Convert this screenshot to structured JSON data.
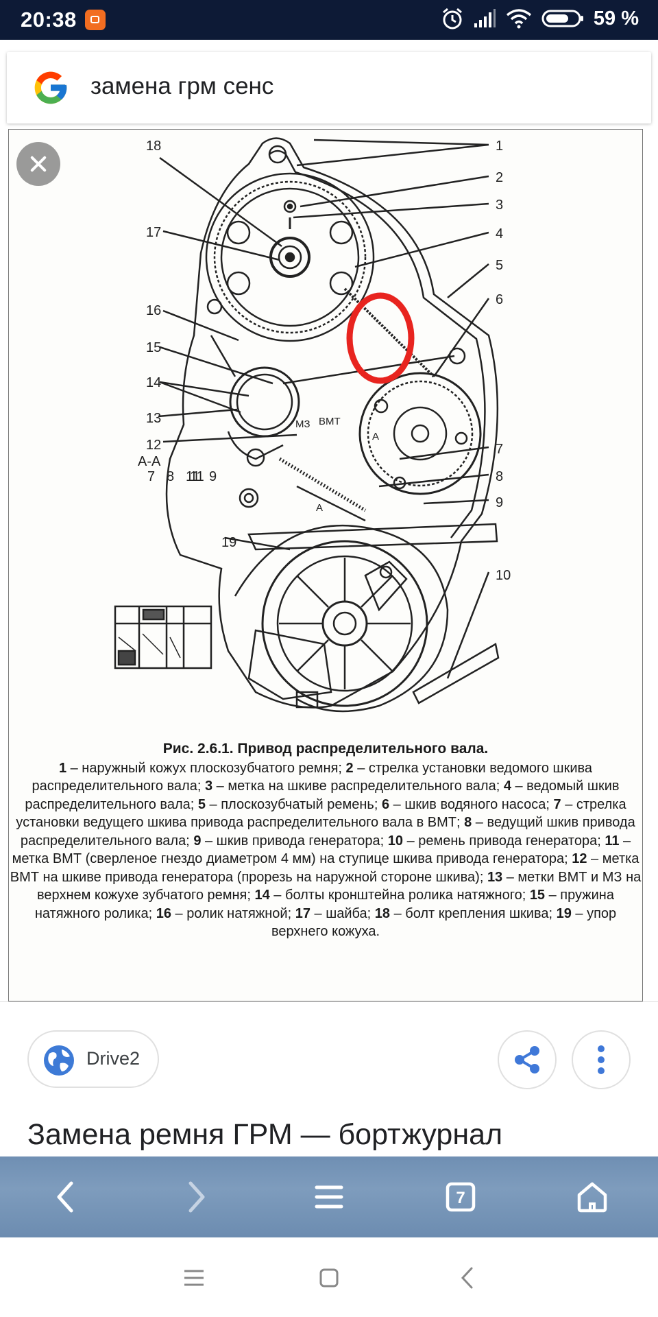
{
  "status_bar": {
    "time": "20:38",
    "battery_percent": "59 %",
    "icons": [
      "mi-app-icon",
      "alarm-icon",
      "signal-icon",
      "wifi-icon",
      "battery-icon"
    ]
  },
  "search": {
    "query": "замена грм сенс",
    "logo": "google-g-logo"
  },
  "image_viewer": {
    "close_icon": "close-icon",
    "diagram": {
      "callouts": [
        "1",
        "2",
        "3",
        "4",
        "5",
        "6",
        "7",
        "8",
        "9",
        "10",
        "11",
        "12",
        "13",
        "14",
        "15",
        "16",
        "17",
        "18",
        "19"
      ],
      "section_label": "A-A",
      "section_numbers": [
        "7",
        "8",
        "11",
        "9"
      ],
      "marks": [
        "МЗ",
        "ВМТ",
        "A",
        "A"
      ]
    },
    "caption": {
      "title": "Рис. 2.6.1. Привод распределительного вала.",
      "items": [
        {
          "n": "1",
          "t": " – наружный кожух плоскозубчатого ремня; "
        },
        {
          "n": "2",
          "t": " – стрелка установки ведомого шкива распределительного вала; "
        },
        {
          "n": "3",
          "t": " – метка на шкиве распределительного вала; "
        },
        {
          "n": "4",
          "t": " – ведомый шкив распределительного вала; "
        },
        {
          "n": "5",
          "t": " – плоскозубчатый ремень; "
        },
        {
          "n": "6",
          "t": " – шкив водяного насоса; "
        },
        {
          "n": "7",
          "t": " – стрелка установки ведущего шкива привода распределительного вала в ВМТ; "
        },
        {
          "n": "8",
          "t": " – ведущий шкив привода распределительного вала; "
        },
        {
          "n": "9",
          "t": " – шкив привода генератора; "
        },
        {
          "n": "10",
          "t": " – ремень привода генератора; "
        },
        {
          "n": "11",
          "t": " – метка ВМТ (сверленое гнездо диаметром 4 мм) на ступице шкива привода генератора; "
        },
        {
          "n": "12",
          "t": " – метка ВМТ на шкиве привода генератора (прорезь на наружной стороне шкива); "
        },
        {
          "n": "13",
          "t": " – метки ВМТ и МЗ на верхнем кожухе зубчатого ремня; "
        },
        {
          "n": "14",
          "t": " – болты кронштейна ролика натяжного; "
        },
        {
          "n": "15",
          "t": " – пружина натяжного ролика; "
        },
        {
          "n": "16",
          "t": " – ролик натяжной; "
        },
        {
          "n": "17",
          "t": " – шайба; "
        },
        {
          "n": "18",
          "t": " – болт крепления шкива; "
        },
        {
          "n": "19",
          "t": " – упор верхнего кожуха."
        }
      ]
    }
  },
  "result": {
    "source": "Drive2",
    "source_icon": "globe-icon",
    "share_icon": "share-icon",
    "more_icon": "more-vert-icon",
    "title": "Замена ремня ГРМ — бортжурнал"
  },
  "browser_nav": {
    "tab_count": "7",
    "icons": [
      "back-icon",
      "forward-icon",
      "menu-icon",
      "tabs-icon",
      "home-icon"
    ]
  },
  "system_nav": {
    "icons": [
      "recents-icon",
      "home-square-icon",
      "back-triangle-icon"
    ]
  },
  "colors": {
    "status_bar_bg": "#0d1a36",
    "browser_nav_bg": "#7391b5",
    "highlight_red": "#e8241f",
    "google_blue": "#4285f4"
  }
}
